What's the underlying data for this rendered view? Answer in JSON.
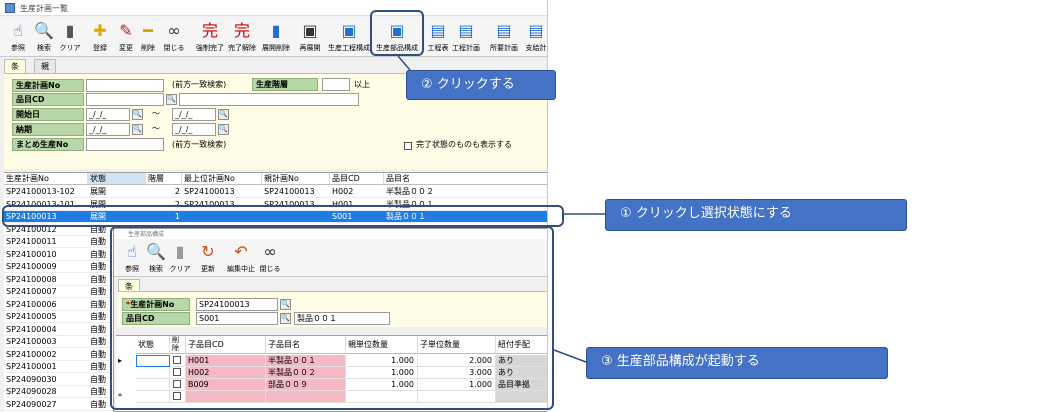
{
  "window": {
    "title": "生産計画一覧"
  },
  "toolbar": [
    {
      "name": "ref",
      "label": "参照",
      "icon": "☝"
    },
    {
      "name": "search",
      "label": "検索",
      "icon": "🔍"
    },
    {
      "name": "clear",
      "label": "クリア",
      "icon": "▮"
    },
    {
      "name": "register",
      "label": "登録",
      "icon": "✚"
    },
    {
      "name": "change",
      "label": "変更",
      "icon": "✎"
    },
    {
      "name": "delete",
      "label": "削除",
      "icon": "━"
    },
    {
      "name": "close",
      "label": "閉じる",
      "icon": "∞"
    },
    {
      "name": "force-complete",
      "label": "強制完了",
      "icon": "完"
    },
    {
      "name": "complete-cancel",
      "label": "完了解除",
      "icon": "完"
    },
    {
      "name": "expand-delete",
      "label": "展開削除",
      "icon": "▮"
    },
    {
      "name": "re-expand",
      "label": "再展開",
      "icon": "▣"
    },
    {
      "name": "process-config",
      "label": "生産工程構成",
      "icon": "▣"
    },
    {
      "name": "parts-config",
      "label": "生産部品構成",
      "icon": "▣"
    },
    {
      "name": "process-table",
      "label": "工程表",
      "icon": "▤"
    },
    {
      "name": "process-plan",
      "label": "工程計画",
      "icon": "▤"
    },
    {
      "name": "required-plan",
      "label": "所要計画",
      "icon": "▤"
    },
    {
      "name": "support-plan",
      "label": "支給計",
      "icon": "▤"
    }
  ],
  "tabs": [
    "条件",
    "親子"
  ],
  "conditions": {
    "plan_no_label": "生産計画No",
    "plan_no_hint": "(前方一致検索)",
    "level_label": "生産階層",
    "level_suffix": "以上",
    "item_cd_label": "品目CD",
    "start_label": "開始日",
    "delivery_label": "納期",
    "date_placeholder": "_/_/_",
    "tilde": "～",
    "summary_label": "まとめ生産No",
    "summary_hint": "(前方一致検索)",
    "show_completed": "完了状態のものも表示する"
  },
  "grid": {
    "headers": [
      "生産計画No",
      "状態",
      "階層",
      "最上位計画No",
      "親計画No",
      "品目CD",
      "品目名"
    ],
    "rows": [
      [
        "SP24100013-102",
        "展開",
        "2",
        "SP24100013",
        "SP24100013",
        "H002",
        "半製品００２"
      ],
      [
        "SP24100013-101",
        "展開",
        "2",
        "SP24100013",
        "SP24100013",
        "H001",
        "半製品００１"
      ],
      [
        "SP24100013",
        "展開",
        "1",
        "",
        "",
        "S001",
        "製品００１"
      ],
      [
        "SP24100012",
        "自動",
        "",
        "",
        "",
        "",
        ""
      ],
      [
        "SP24100011",
        "自動",
        "",
        "",
        "",
        "",
        ""
      ],
      [
        "SP24100010",
        "自動",
        "",
        "",
        "",
        "",
        ""
      ],
      [
        "SP24100009",
        "自動",
        "",
        "",
        "",
        "",
        ""
      ],
      [
        "SP24100008",
        "自動",
        "",
        "",
        "",
        "",
        ""
      ],
      [
        "SP24100007",
        "自動",
        "",
        "",
        "",
        "",
        ""
      ],
      [
        "SP24100006",
        "自動",
        "",
        "",
        "",
        "",
        ""
      ],
      [
        "SP24100005",
        "自動",
        "",
        "",
        "",
        "",
        ""
      ],
      [
        "SP24100004",
        "自動",
        "",
        "",
        "",
        "",
        ""
      ],
      [
        "SP24100003",
        "自動",
        "",
        "",
        "",
        "",
        ""
      ],
      [
        "SP24100002",
        "自動",
        "",
        "",
        "",
        "",
        ""
      ],
      [
        "SP24100001",
        "自動",
        "",
        "",
        "",
        "",
        ""
      ],
      [
        "SP24090030",
        "自動",
        "",
        "",
        "",
        "",
        ""
      ],
      [
        "SP24090028",
        "自動",
        "",
        "",
        "",
        "",
        ""
      ],
      [
        "SP24090027",
        "自動",
        "",
        "",
        "",
        "",
        ""
      ]
    ],
    "selected_row": 2
  },
  "child": {
    "title": "生産部品構成",
    "toolbar": [
      {
        "name": "ref",
        "label": "参照",
        "icon": "☝"
      },
      {
        "name": "search",
        "label": "検索",
        "icon": "🔍"
      },
      {
        "name": "clear",
        "label": "クリア",
        "icon": "▮"
      },
      {
        "name": "update",
        "label": "更新",
        "icon": "↻"
      },
      {
        "name": "edit-cancel",
        "label": "編集中止",
        "icon": "↶"
      },
      {
        "name": "close",
        "label": "閉じる",
        "icon": "∞"
      }
    ],
    "tab": "条件",
    "plan_no_label": "生産計画No",
    "plan_no_value": "SP24100013",
    "item_cd_label": "品目CD",
    "item_cd_value": "S001",
    "item_name_value": "製品００１",
    "headers": [
      "状態",
      "削除",
      "子品目CD",
      "子品目名",
      "親単位数量",
      "子単位数量",
      "紐付手配"
    ],
    "rows": [
      {
        "cd": "H001",
        "name": "半製品００１",
        "parent_qty": "1.000",
        "child_qty": "2.000",
        "arrange": "あり"
      },
      {
        "cd": "H002",
        "name": "半製品００２",
        "parent_qty": "1.000",
        "child_qty": "3.000",
        "arrange": "あり"
      },
      {
        "cd": "B009",
        "name": "部品００９",
        "parent_qty": "1.000",
        "child_qty": "1.000",
        "arrange": "品目準拠"
      }
    ]
  },
  "callouts": {
    "c1": "① クリックし選択状態にする",
    "c2": "② クリックする",
    "c3": "③ 生産部品構成が起動する"
  }
}
